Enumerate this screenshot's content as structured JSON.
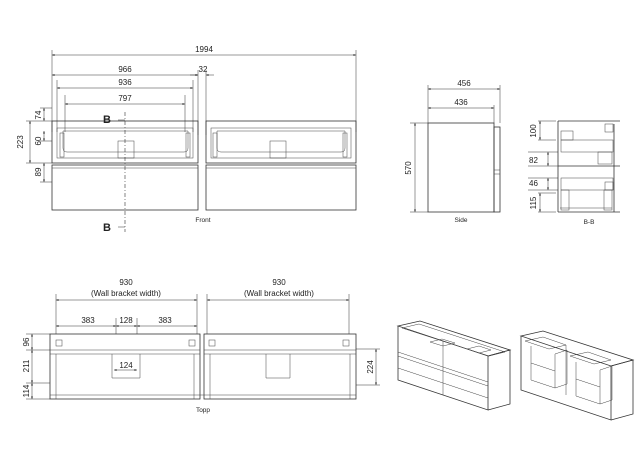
{
  "front": {
    "label": "Front",
    "dims": {
      "total_width": "1994",
      "half_width": "966",
      "gap": "32",
      "inner_width": "936",
      "cutout_width": "797",
      "top_gap": "74",
      "upper_height": "223",
      "rail": "60",
      "drawer_height": "89"
    },
    "section_marker": "B"
  },
  "side": {
    "label": "Side",
    "dims": {
      "depth": "456",
      "inner_depth": "436",
      "height": "570"
    }
  },
  "section": {
    "label": "B-B",
    "dims": {
      "d100": "100",
      "d82": "82",
      "d46": "46",
      "d115": "115"
    }
  },
  "top": {
    "label": "Topp",
    "bracket_label": "(Wall bracket width)",
    "dims": {
      "bracket_width_left": "930",
      "bracket_width_right": "930",
      "side_left": "383",
      "center": "128",
      "side_right": "383",
      "notch": "124",
      "d96": "96",
      "d211": "211",
      "d114": "114",
      "d224": "224"
    }
  }
}
